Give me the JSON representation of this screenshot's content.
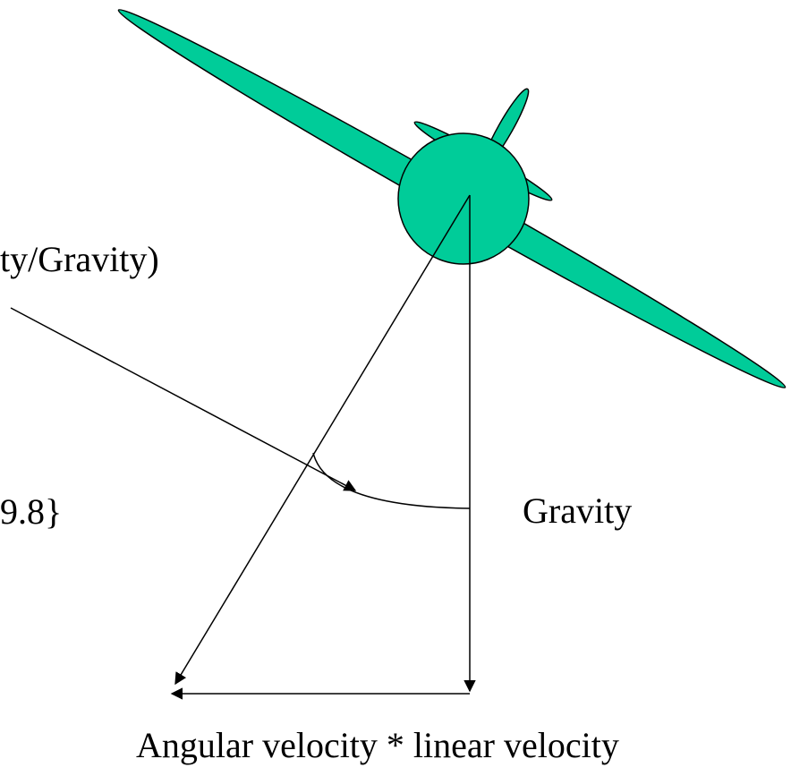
{
  "labels": {
    "bank_formula_fragment": "ty/Gravity)",
    "vector_fragment": "9.8}",
    "gravity": "Gravity",
    "resultant": "Angular velocity * linear velocity"
  },
  "colors": {
    "airplane_fill": "#00CC99",
    "outline": "#000000",
    "background": "#FFFFFF"
  }
}
